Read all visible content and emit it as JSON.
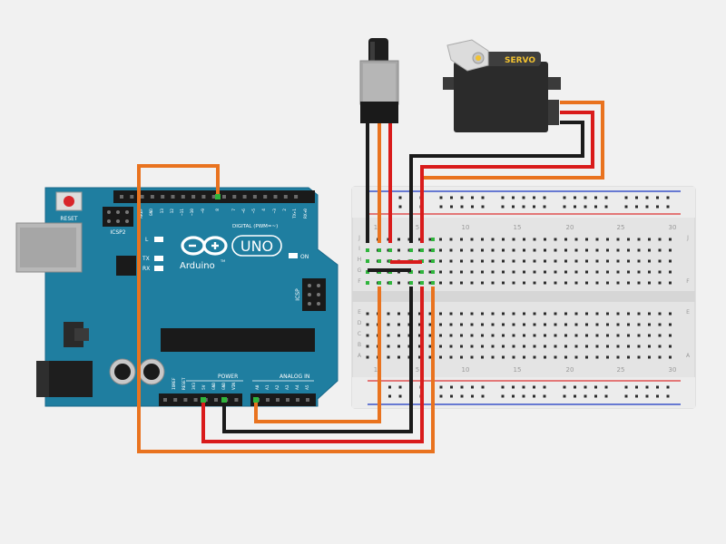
{
  "arduino": {
    "reset_label": "RESET",
    "icsp2_label": "ICSP2",
    "l_label": "L",
    "tx_label": "TX",
    "rx_label": "RX",
    "on_label": "ON",
    "icsp_label": "ICSP",
    "brand_label": "Arduino",
    "trademark": "TM",
    "model_label": "UNO",
    "digital_label": "DIGITAL (PWM=~)",
    "power_label": "POWER",
    "analog_label": "ANALOG IN",
    "aref": "AREF",
    "gnd": "GND",
    "digital_pins": [
      "13",
      "12",
      "~11",
      "~10",
      "~9",
      "8",
      "7",
      "~6",
      "~5",
      "4",
      "~3",
      "2",
      "TX▸1",
      "RX◂0"
    ],
    "power_pins": [
      "IOREF",
      "RESET",
      "3V3",
      "5V",
      "GND",
      "GND",
      "VIN"
    ],
    "analog_pins": [
      "A0",
      "A1",
      "A2",
      "A3",
      "A4",
      "A5"
    ]
  },
  "servo": {
    "label": "SERVO"
  },
  "breadboard": {
    "column_numbers": [
      "1",
      "5",
      "10",
      "15",
      "20",
      "25",
      "30"
    ],
    "row_letters_top": [
      "J",
      "I",
      "H",
      "G",
      "F"
    ],
    "row_letters_bottom": [
      "E",
      "D",
      "C",
      "B",
      "A"
    ]
  },
  "colors": {
    "board": "#1f7ea0",
    "wire_red": "#d91b1b",
    "wire_black": "#1a1a1a",
    "wire_orange": "#e9731f",
    "breadboard": "#e6e6e6",
    "rail_red": "#e05050",
    "rail_blue": "#3b53c9",
    "node_green": "#2fb53c"
  }
}
